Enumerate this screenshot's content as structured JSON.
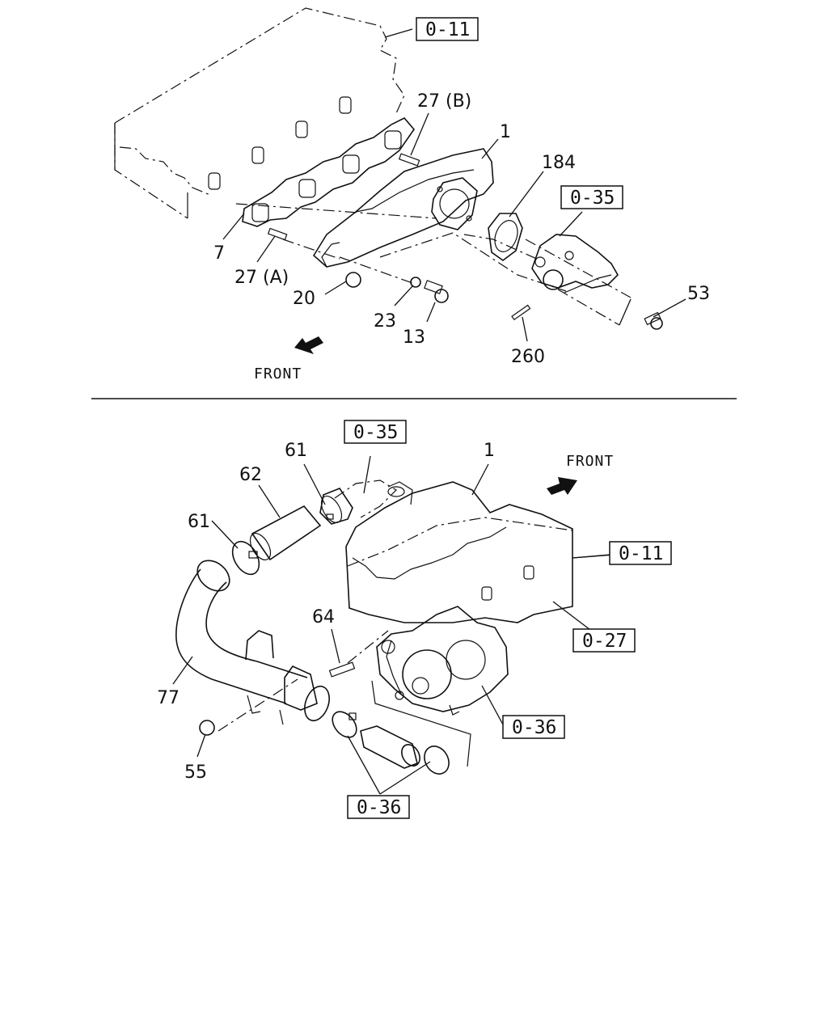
{
  "top": {
    "refs": {
      "r011": "0-11",
      "r035": "0-35"
    },
    "labels": {
      "l27b": "27 (B)",
      "l1": "1",
      "l184": "184",
      "l53": "53",
      "l7": "7",
      "l27a": "27 (A)",
      "l20": "20",
      "l23": "23",
      "l13": "13",
      "l260": "260"
    },
    "front": "FRONT"
  },
  "bottom": {
    "refs": {
      "r035": "0-35",
      "r011": "0-11",
      "r027": "0-27",
      "r036a": "0-36",
      "r036b": "0-36"
    },
    "labels": {
      "l61a": "61",
      "l62": "62",
      "l61b": "61",
      "l1": "1",
      "l64": "64",
      "l77": "77",
      "l55": "55"
    },
    "front": "FRONT"
  }
}
